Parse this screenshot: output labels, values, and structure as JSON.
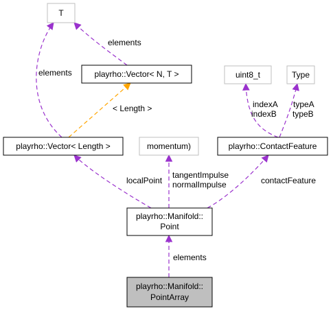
{
  "colors": {
    "background": "#ffffff",
    "node_border": "#000000",
    "undocumented_border": "#bfbfbf",
    "highlight_fill": "#bfbfbf",
    "usage_edge": "#9a32cd",
    "template_edge": "#ffa500"
  },
  "nodes": {
    "t": {
      "label": "T"
    },
    "vector_nt": {
      "label": "playrho::Vector< N, T >"
    },
    "vector_length": {
      "label": "playrho::Vector< Length >"
    },
    "uint8": {
      "label": "uint8_t"
    },
    "type": {
      "label": "Type"
    },
    "momentum": {
      "label": "momentum)"
    },
    "contact_feature": {
      "label": "playrho::ContactFeature"
    },
    "manifold_point": {
      "line1": "playrho::Manifold::",
      "line2": "Point"
    },
    "point_array": {
      "line1": "playrho::Manifold::",
      "line2": "PointArray"
    }
  },
  "edges": {
    "vector_nt_to_t": {
      "label": "elements"
    },
    "vector_length_to_t": {
      "label": "elements"
    },
    "vector_length_to_vector_nt": {
      "label": "< Length >"
    },
    "contact_feature_to_uint8": {
      "line1": "indexA",
      "line2": "indexB"
    },
    "contact_feature_to_type": {
      "line1": "typeA",
      "line2": "typeB"
    },
    "manifold_point_to_vector_length": {
      "label": "localPoint"
    },
    "manifold_point_to_momentum": {
      "line1": "tangentImpulse",
      "line2": "normalImpulse"
    },
    "manifold_point_to_contact_feature": {
      "label": "contactFeature"
    },
    "point_array_to_manifold_point": {
      "label": "elements"
    }
  }
}
